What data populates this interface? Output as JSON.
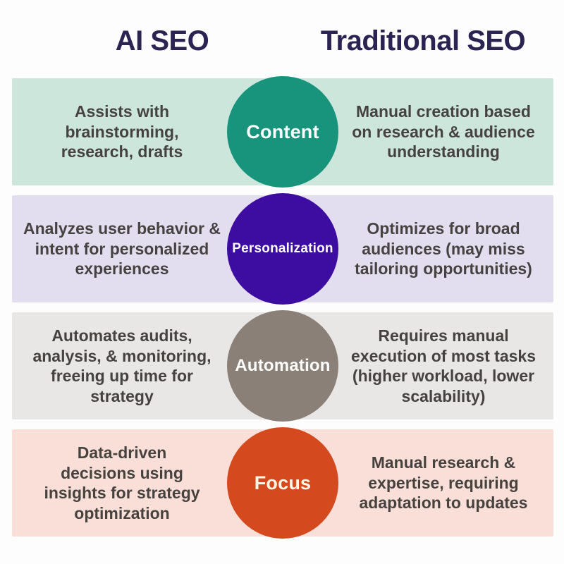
{
  "header": {
    "left_title": "AI SEO",
    "right_title": "Traditional SEO",
    "title_color": "#2b2351"
  },
  "body_text_color": "#464240",
  "rows": [
    {
      "topic": "Content",
      "ai_seo": "Assists with\nbrainstorming,\nresearch, drafts",
      "traditional_seo": "Manual creation based\non research & audience\nunderstanding",
      "band_color": "#cde6dc",
      "circle_color": "#17947b",
      "label_color": "#ffffff"
    },
    {
      "topic": "Personalization",
      "ai_seo": "Analyzes user behavior &\nintent for personalized\nexperiences",
      "traditional_seo": "Optimizes for broad\naudiences (may miss\ntailoring opportunities)",
      "band_color": "#e3ddf0",
      "circle_color": "#3d0ca1",
      "label_color": "#ffffff"
    },
    {
      "topic": "Automation",
      "ai_seo": "Automates audits,\nanalysis, & monitoring,\nfreeing up time for\nstrategy",
      "traditional_seo": "Requires manual\nexecution of most tasks\n(higher workload, lower\nscalability)",
      "band_color": "#e9e7e6",
      "circle_color": "#8b8077",
      "label_color": "#ffffff"
    },
    {
      "topic": "Focus",
      "ai_seo": "Data-driven\ndecisions using\ninsights for strategy\noptimization",
      "traditional_seo": "Manual research &\nexpertise, requiring\nadaptation to updates",
      "band_color": "#fadfd8",
      "circle_color": "#d4491d",
      "label_color": "#fef7e8"
    }
  ]
}
